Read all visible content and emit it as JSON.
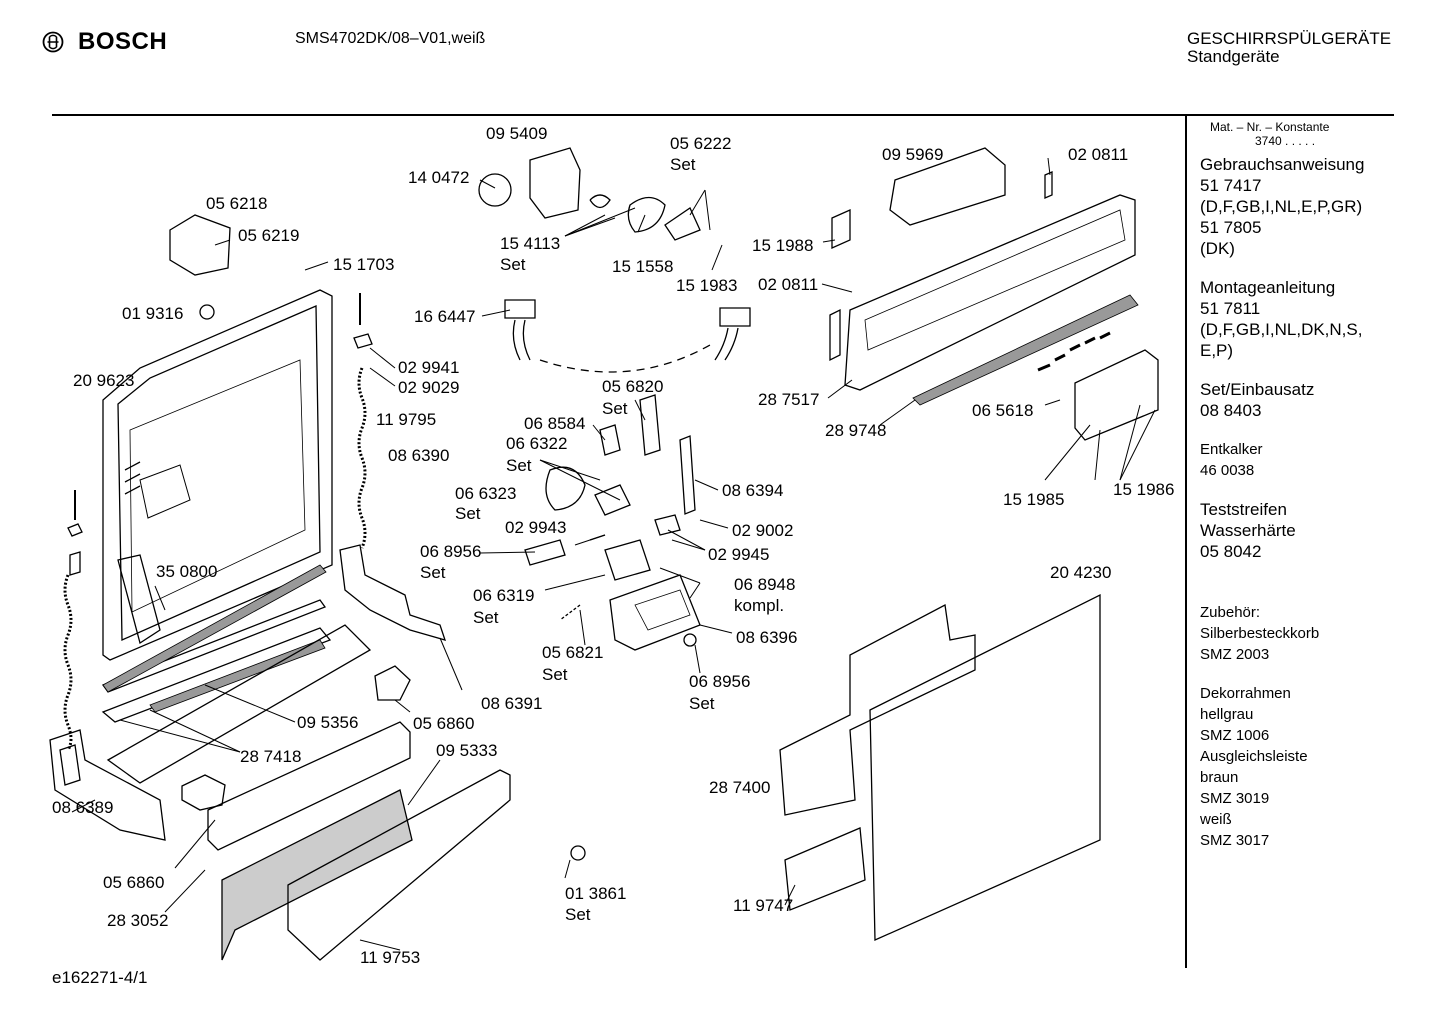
{
  "header": {
    "brand": "BOSCH",
    "model": "SMS4702DK/08–V01,weiß",
    "category": "GESCHIRRSPÜLGERÄTE",
    "subcategory": "Standgeräte"
  },
  "sidebar": {
    "mat_title": "Mat. – Nr. – Konstante",
    "mat_value": "3740 . . . . .",
    "sections": [
      {
        "lines": [
          "Gebrauchsanweisung",
          "51 7417",
          "(D,F,GB,I,NL,E,P,GR)",
          "51 7805",
          "(DK)"
        ]
      },
      {
        "lines": [
          "Montageanleitung",
          "51 7811",
          "(D,F,GB,I,NL,DK,N,S,",
          "E,P)"
        ]
      },
      {
        "lines": [
          "Set/Einbausatz",
          "08 8403"
        ]
      },
      {
        "lines": [
          "Entkalker",
          "46 0038"
        ]
      },
      {
        "lines": [
          "Teststreifen",
          "Wasserhärte",
          "05 8042"
        ]
      },
      {
        "lines": [
          "Zubehör:",
          "Silberbesteckkorb",
          "SMZ 2003"
        ]
      },
      {
        "lines": [
          "Dekorrahmen",
          "hellgrau",
          "SMZ 1006",
          "Ausgleichsleiste",
          "braun",
          "SMZ 3019",
          "weiß",
          "SMZ 3017"
        ]
      }
    ]
  },
  "parts": [
    {
      "text": "09 5409"
    },
    {
      "text": "05 6222"
    },
    {
      "text": "Set"
    },
    {
      "text": "14 0472"
    },
    {
      "text": "09 5969"
    },
    {
      "text": "02 0811"
    },
    {
      "text": "05 6218"
    },
    {
      "text": "05 6219"
    },
    {
      "text": "15 4113"
    },
    {
      "text": "Set"
    },
    {
      "text": "15 1558"
    },
    {
      "text": "15 1983"
    },
    {
      "text": "15 1988"
    },
    {
      "text": "02 0811"
    },
    {
      "text": "15 1703"
    },
    {
      "text": "01 9316"
    },
    {
      "text": "16 6447"
    },
    {
      "text": "02 9941"
    },
    {
      "text": "02 9029"
    },
    {
      "text": "20 9623"
    },
    {
      "text": "11 9795"
    },
    {
      "text": "05 6820"
    },
    {
      "text": "Set"
    },
    {
      "text": "28 7517"
    },
    {
      "text": "06 8584"
    },
    {
      "text": "06 6322"
    },
    {
      "text": "Set"
    },
    {
      "text": "28 9748"
    },
    {
      "text": "06 5618"
    },
    {
      "text": "08 6390"
    },
    {
      "text": "06 6323"
    },
    {
      "text": "Set"
    },
    {
      "text": "08 6394"
    },
    {
      "text": "15 1985"
    },
    {
      "text": "15 1986"
    },
    {
      "text": "02 9943"
    },
    {
      "text": "02 9002"
    },
    {
      "text": "02 9945"
    },
    {
      "text": "06 8956"
    },
    {
      "text": "Set"
    },
    {
      "text": "35 0800"
    },
    {
      "text": "20 4230"
    },
    {
      "text": "06 8948"
    },
    {
      "text": "kompl."
    },
    {
      "text": "06 6319"
    },
    {
      "text": "Set"
    },
    {
      "text": "08 6396"
    },
    {
      "text": "05 6821"
    },
    {
      "text": "Set"
    },
    {
      "text": "06 8956"
    },
    {
      "text": "Set"
    },
    {
      "text": "08 6391"
    },
    {
      "text": "09 5356"
    },
    {
      "text": "05 6860"
    },
    {
      "text": "28 7418"
    },
    {
      "text": "09 5333"
    },
    {
      "text": "28 7400"
    },
    {
      "text": "08 6389"
    },
    {
      "text": "05 6860"
    },
    {
      "text": "01 3861"
    },
    {
      "text": "Set"
    },
    {
      "text": "28 3052"
    },
    {
      "text": "11 9747"
    },
    {
      "text": "11 9753"
    }
  ],
  "footer": {
    "code": "e162271-4/1"
  }
}
